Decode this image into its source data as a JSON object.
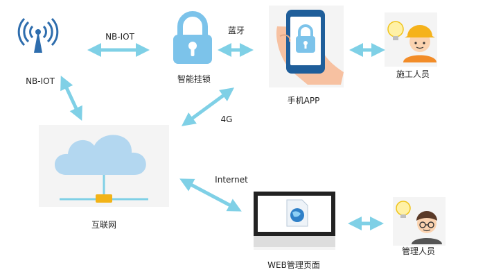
{
  "nodes": {
    "nbiot": {
      "label": "NB-IOT",
      "icon": "antenna-icon"
    },
    "lock": {
      "label": "智能挂锁",
      "icon": "padlock-icon"
    },
    "app": {
      "label": "手机APP",
      "icon": "phone-lock-icon"
    },
    "construction": {
      "label": "施工人员",
      "icon": "construction-worker-icon"
    },
    "cloud": {
      "label": "互联网",
      "icon": "cloud-network-icon"
    },
    "web": {
      "label": "WEB管理页面",
      "icon": "monitor-globe-icon"
    },
    "manager": {
      "label": "管理人员",
      "icon": "manager-person-icon"
    }
  },
  "links": {
    "nbiot_lock": "NB-IOT",
    "lock_app": "蓝牙",
    "lock_cloud": "4G",
    "cloud_web": "Internet"
  },
  "colors": {
    "arrow": "#7fd0e6",
    "lock": "#7cc3ea",
    "cloud": "#b3d7f0",
    "hub": "#f2b318",
    "phone": "#1f5e9a",
    "hand": "#f7c1a1",
    "helmet": "#f5b21b",
    "bulb": "#fff1a6",
    "card": "#f4f4f4",
    "antenna": "#2e6dad"
  }
}
